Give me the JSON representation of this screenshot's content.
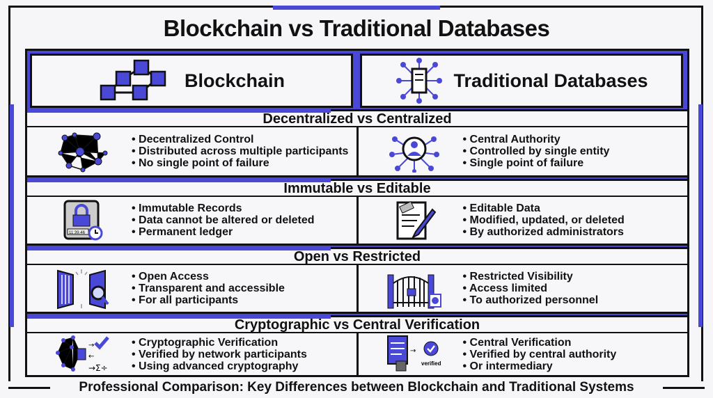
{
  "title": "Blockchain vs Traditional Databases",
  "columns": [
    {
      "label": "Blockchain",
      "icon": "blockchain-cubes-icon"
    },
    {
      "label": "Traditional Databases",
      "icon": "server-network-icon"
    }
  ],
  "sections": [
    {
      "heading": "Decentralized vs Centralized",
      "left": {
        "icon": "network-mesh-icon",
        "items": [
          "Decentralized Control",
          "Distributed across multiple participants",
          "No single point of failure"
        ]
      },
      "right": {
        "icon": "central-user-icon",
        "items": [
          "Central Authority",
          "Controlled by single entity",
          "Single point of failure"
        ]
      }
    },
    {
      "heading": "Immutable vs Editable",
      "left": {
        "icon": "locked-ledger-icon",
        "icon_text": "11:39.46",
        "items": [
          "Immutable Records",
          "Data cannot be altered or deleted",
          "Permanent ledger"
        ]
      },
      "right": {
        "icon": "edit-document-icon",
        "items": [
          "Editable Data",
          "Modified, updated, or deleted",
          "By authorized administrators"
        ]
      }
    },
    {
      "heading": "Open vs Restricted",
      "left": {
        "icon": "open-door-search-icon",
        "items": [
          "Open Access",
          "Transparent and accessible",
          "For all participants"
        ]
      },
      "right": {
        "icon": "locked-gate-icon",
        "items": [
          "Restricted Visibility",
          "Access limited",
          "To authorized personnel"
        ]
      }
    },
    {
      "heading": "Cryptographic vs Central Verification",
      "left": {
        "icon": "crypto-verify-icon",
        "items": [
          "Cryptographic Verification",
          "Verified by network participants",
          "Using advanced cryptography"
        ]
      },
      "right": {
        "icon": "stamp-verified-icon",
        "icon_text": "verified",
        "items": [
          "Central Verification",
          "Verified by central authority",
          "Or intermediary"
        ]
      }
    }
  ],
  "footer": "Professional Comparison: Key Differences between Blockchain and Traditional Systems",
  "colors": {
    "accent": "#4a48d6",
    "border": "#111111",
    "panel": "#f7f7fa"
  }
}
